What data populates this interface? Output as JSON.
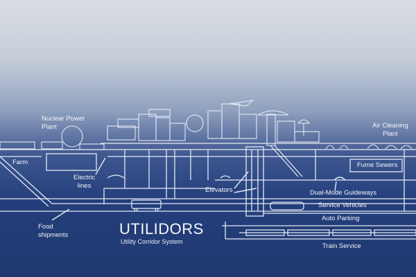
{
  "labels": {
    "nuclear_power_plant": [
      "Nuclear Power",
      "Plant"
    ],
    "air_cleaning_plant": [
      "Air Cleaning",
      "Plant"
    ],
    "farm": "Farm",
    "electric_lines": [
      "Electric",
      "lines"
    ],
    "elevators": "Elevators",
    "fume_sewers": "Fume Sewers",
    "dual_mode_guideways": "Dual-Mode Guideways",
    "service_vehicles": "Service Vehicles",
    "auto_parking": "Auto Parking",
    "train_service": "Train Service",
    "food_shipments": [
      "Food",
      "shipments"
    ]
  },
  "title": "UTILIDORS",
  "subtitle": "Utility Corridor System",
  "colors": {
    "line": "#e6ebf5",
    "deep": "#1f386f",
    "sky": "#d9dde3"
  }
}
